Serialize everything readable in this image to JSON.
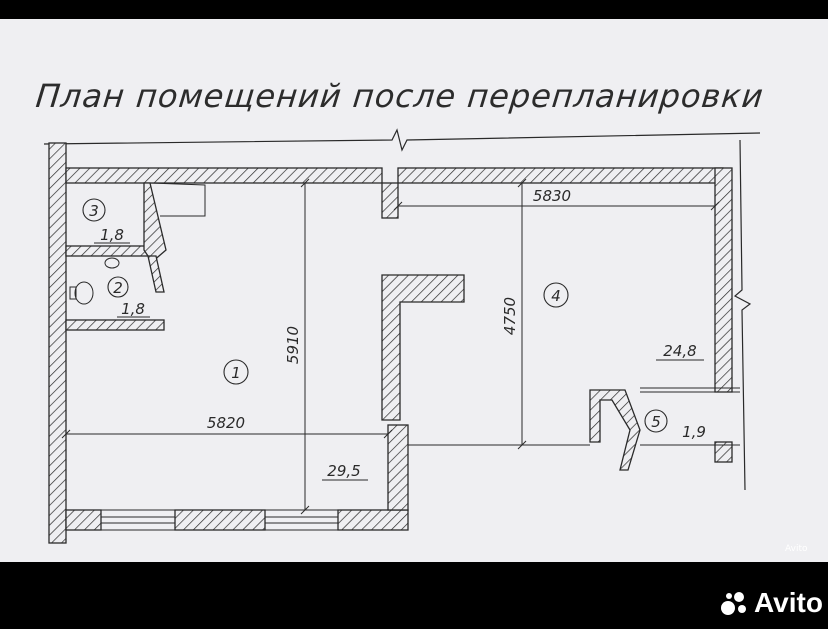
{
  "title": "План помещений после перепланировки",
  "rooms": [
    {
      "number": "1",
      "area": "29,5"
    },
    {
      "number": "2",
      "area": "1,8"
    },
    {
      "number": "3",
      "area": "1,8"
    },
    {
      "number": "4",
      "area": "24,8"
    },
    {
      "number": "5",
      "area": "1,9"
    }
  ],
  "dimensions": {
    "room1_width": "5820",
    "room1_depth": "5910",
    "room4_width": "5830",
    "room4_depth": "4750"
  },
  "watermark": {
    "small": "Avito",
    "brand": "Avito"
  },
  "colors": {
    "ink": "#2a2a2a",
    "paper": "#efeff2",
    "frame": "#000000"
  }
}
